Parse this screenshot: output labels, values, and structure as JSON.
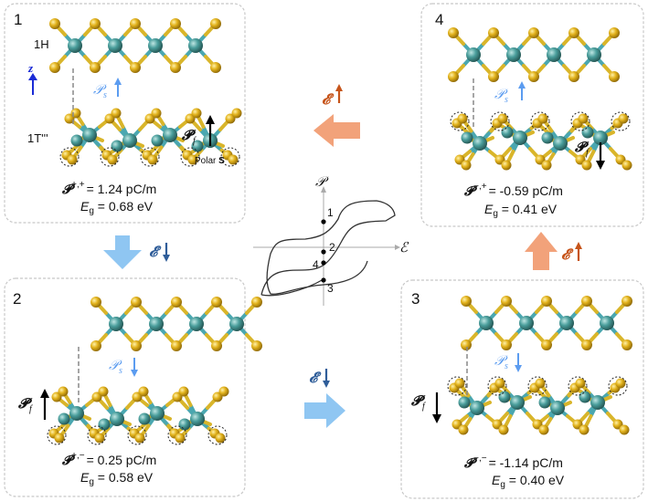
{
  "colors": {
    "metal": "#4a9e9c",
    "metal_dark": "#2e6f6d",
    "sulfur": "#e2b21c",
    "sulfur_dark": "#b68a0a",
    "bond_teal": "#4aa7b0",
    "bond_yellow": "#d9b52a",
    "panel_border": "#c8c8c8",
    "arrow_blue": "#8fc6f2",
    "arrow_orange": "#f2a27a",
    "field_blue": "#2f5d99",
    "field_orange": "#c6541a",
    "ps_blue": "#5b9cf0",
    "z_blue": "#1a2bd6"
  },
  "labels": {
    "layer_top": "1H",
    "layer_bottom": "1T'''",
    "axis_z": "z",
    "polar_prefix": "Polar ",
    "polar_bold": "S",
    "ps_symbol": "𝒫",
    "ps_sub": "s",
    "pf_symbol": "𝓟",
    "pf_sub": "f",
    "field_symbol": "𝓔"
  },
  "panels": [
    {
      "num": "1",
      "p_sup": "+,+",
      "p_value": "= 1.24 pC/m",
      "eg_value": "0.68 eV"
    },
    {
      "num": "2",
      "p_sup": "+,−",
      "p_value": "= 0.25 pC/m",
      "eg_value": "0.58 eV"
    },
    {
      "num": "3",
      "p_sup": "−,−",
      "p_value": "= -1.14 pC/m",
      "eg_value": "0.40 eV"
    },
    {
      "num": "4",
      "p_sup": "−,+",
      "p_value": "= -0.59 pC/m",
      "eg_value": "0.41 eV"
    }
  ],
  "polar_symbol": "𝓟",
  "eg_symbol": "E",
  "eg_sub": "g",
  "eg_eq": " = ",
  "hysteresis": {
    "y_axis_label": "𝒫",
    "x_axis_label": "ℰ",
    "points": [
      "1",
      "2",
      "3",
      "4"
    ]
  }
}
